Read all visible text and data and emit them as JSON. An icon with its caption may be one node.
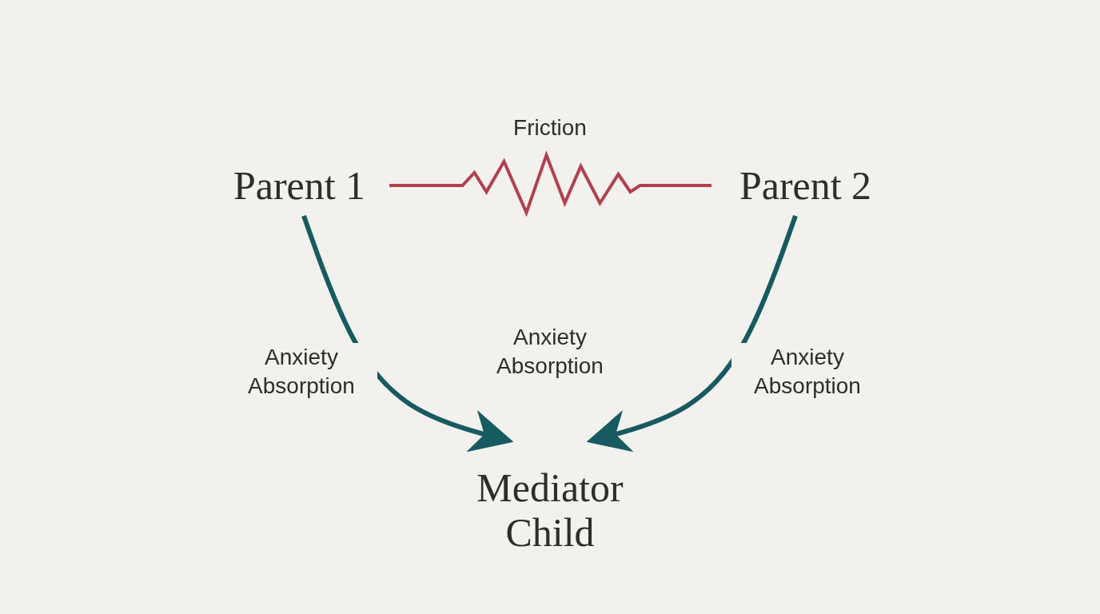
{
  "diagram": {
    "nodes": [
      {
        "text": [
          "Parent 1"
        ]
      },
      {
        "text": [
          "Parent 2"
        ]
      },
      {
        "text": [
          "Mediator Child"
        ]
      }
    ],
    "edges": [
      {
        "from": 0,
        "to": 1,
        "arrow": "none",
        "label": "Friction",
        "color": "#b0414f"
      },
      {
        "from": 0,
        "to": 2,
        "arrow": "to",
        "label": "Anxiety Absorption"
      },
      {
        "from": 1,
        "to": 2,
        "arrow": "to",
        "label": "Anxiety Absorption"
      }
    ],
    "labels": [
      "Anxiety Absorption"
    ]
  }
}
